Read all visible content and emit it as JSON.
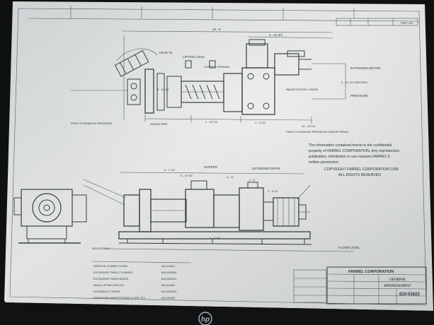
{
  "monitor": {
    "brand_logo": "hp"
  },
  "drawing": {
    "notice": {
      "lines": [
        "The information contained herein is the confidential",
        "property of FARREL CORPORATION. Any reproduction,",
        "publication, distribution or use requires FARREL'S",
        "written permission."
      ],
      "copyright": "COPYRIGHT FARREL CORPORATION 1996",
      "rights": "ALL RIGHTS RESERVED"
    },
    "top_view_labels": {
      "head": "HEAD #1",
      "lifting_lugs": "LIFTING LUGS",
      "hopper_opening": "HOPPER OPENING",
      "extruder_motor": "EXTRUDER MOTOR",
      "centers": "2 - 11 1/4 CENTERS",
      "pressure": "PRESSURE",
      "baked_rotary_union": "BAKED ROTARY UNION",
      "shear_pins": "SHEAR PINS",
      "feed": "FEED TO REMOVE PRESSURE",
      "water_piping": "FEED TO REMOVE PRESSURE WATER PIPING"
    },
    "side_view_labels": {
      "hopper": "HOPPER",
      "extruder_drive": "EXTRUDER DRIVE",
      "floor_level": "FLOOR LEVEL",
      "adjustable": "ADJUSTABLE"
    },
    "dims": {
      "overall": "10 - 8",
      "top_right": "4 - 10 3/4",
      "a": "5 - 11 1/2",
      "b": "10 - 10 1/2",
      "c": "1 - 10 1/2",
      "d": "1 - 9 1/2",
      "e": "5 - 7 7/8",
      "f": "3 - 11",
      "g": "2 - 8",
      "h": "5 - 10 3/4",
      "i": "1 - 6 1/2",
      "j": "2 - 9 1/4"
    },
    "parts_list": [
      {
        "desc": "SERVICE CONNECTIONS",
        "no": "810-01821"
      },
      {
        "desc": "EXTRUDER THRU CYLINDER",
        "no": "810-000064"
      },
      {
        "desc": "EXTRUDER TURN HEADS",
        "no": "810-000010"
      },
      {
        "desc": "HEAD LIFTING DEVICE",
        "no": "810-01818"
      },
      {
        "desc": "HYDRAULIC PIPING",
        "no": "810-000000"
      },
      {
        "desc": "PRESSURE WATER PIPING (TYPE \"R\")",
        "no": "810-00000"
      }
    ],
    "title_block": {
      "company": "FARREL CORPORATION",
      "title1": "GENERAL",
      "title2": "ARRANGEMENT",
      "drawing_no": "810-01822",
      "part_no_header": "PART NO."
    }
  },
  "colors": {
    "paper": "#dcdedd",
    "ink": "#3a3f44",
    "bezel": "#0e1012"
  }
}
